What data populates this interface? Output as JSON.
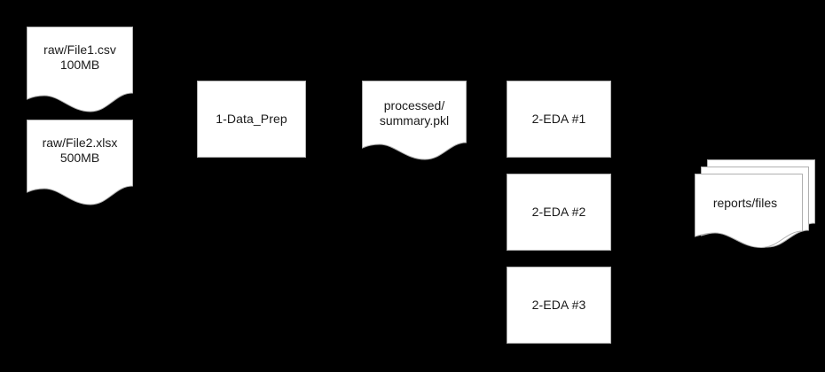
{
  "diagram": {
    "background_color": "#000000",
    "shape_fill": "#ffffff",
    "shape_stroke": "#b0b0b0",
    "text_color": "#1a1a1a",
    "nodes": {
      "source_file_1": {
        "name": "raw/File1.csv",
        "size": "100MB",
        "shape": "document"
      },
      "source_file_2": {
        "name": "raw/File2.xlsx",
        "size": "500MB",
        "shape": "document"
      },
      "data_prep": {
        "label": "1-Data_Prep",
        "shape": "process"
      },
      "processed_output": {
        "line1": "processed/",
        "line2": "summary.pkl",
        "shape": "document"
      },
      "eda_1": {
        "label": "2-EDA #1",
        "shape": "process"
      },
      "eda_2": {
        "label": "2-EDA #2",
        "shape": "process"
      },
      "eda_3": {
        "label": "2-EDA #3",
        "shape": "process"
      },
      "reports": {
        "label": "reports/files",
        "shape": "multi-document",
        "sheets": 3
      }
    }
  }
}
